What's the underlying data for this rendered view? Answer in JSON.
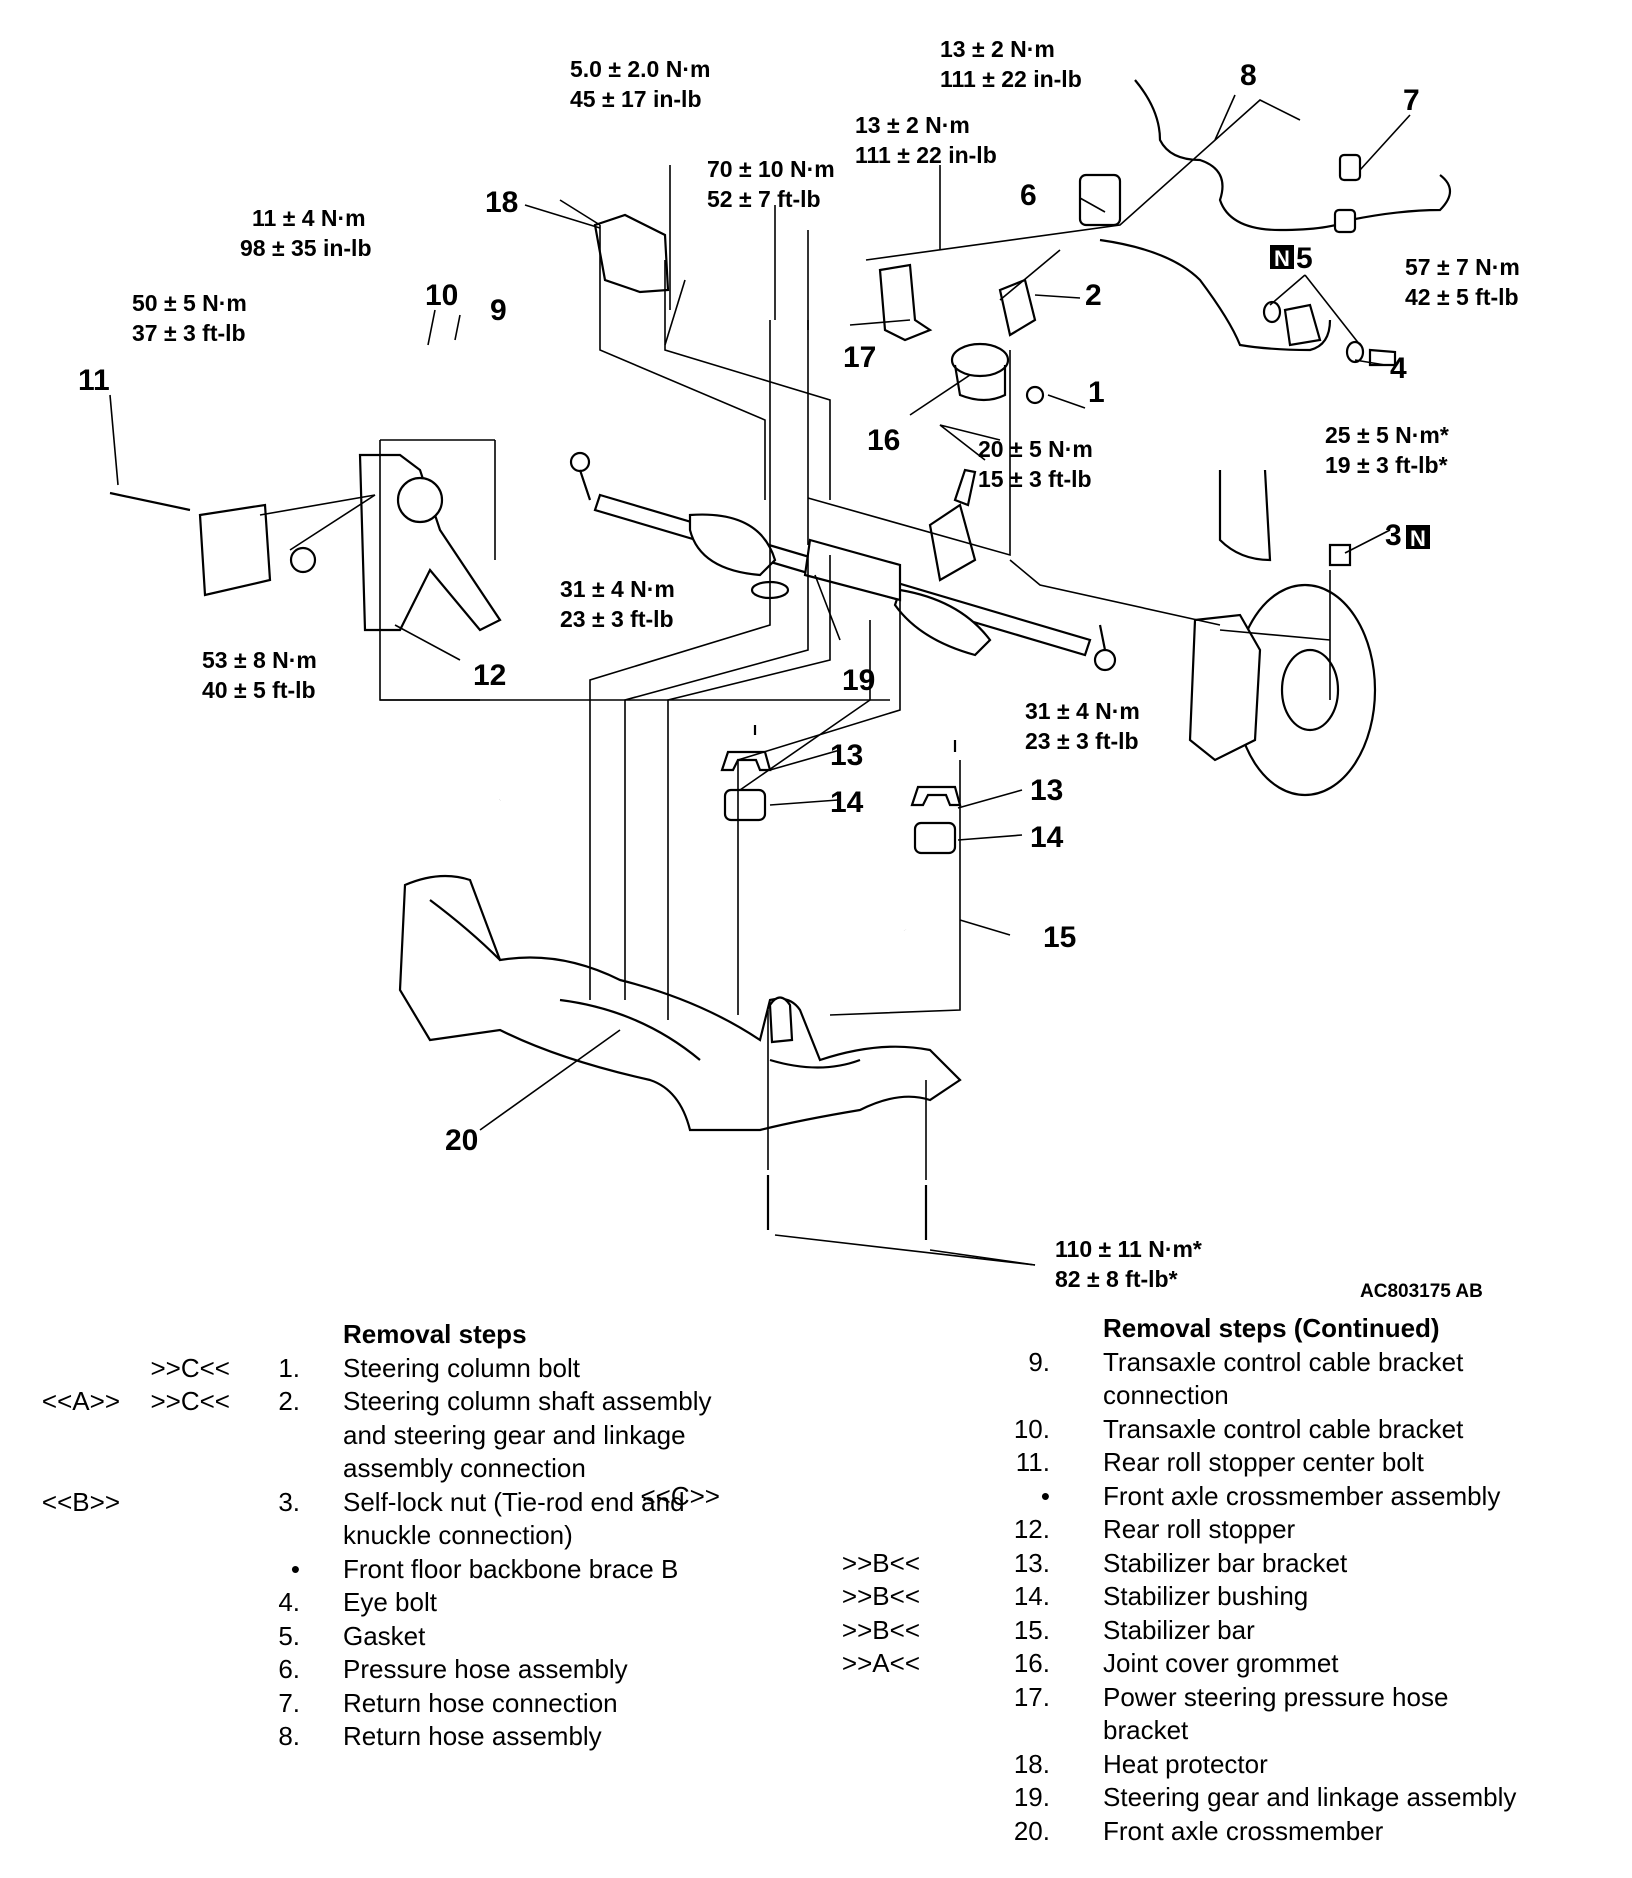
{
  "figure_id": "AC803175 AB",
  "torques": {
    "t_5_0": [
      "5.0 ± 2.0 N·m",
      "45 ± 17 in-lb"
    ],
    "t_13_a": [
      "13 ± 2 N·m",
      "111 ± 22 in-lb"
    ],
    "t_13_b": [
      "13 ± 2 N·m",
      "111 ± 22 in-lb"
    ],
    "t_70": [
      "70 ± 10 N·m",
      "52 ± 7 ft-lb"
    ],
    "t_11": [
      "11 ± 4 N·m",
      "98 ± 35 in-lb"
    ],
    "t_50": [
      "50 ± 5 N·m",
      "37 ± 3 ft-lb"
    ],
    "t_57": [
      "57 ± 7 N·m",
      "42 ± 5 ft-lb"
    ],
    "t_20": [
      "20 ± 5 N·m",
      "15 ± 3 ft-lb"
    ],
    "t_25": [
      "25 ± 5 N·m*",
      "19 ± 3 ft-lb*"
    ],
    "t_53": [
      "53 ± 8 N·m",
      "40 ± 5 ft-lb"
    ],
    "t_31_a": [
      "31 ± 4 N·m",
      "23 ± 3 ft-lb"
    ],
    "t_31_b": [
      "31 ± 4 N·m",
      "23 ± 3 ft-lb"
    ],
    "t_110": [
      "110 ± 11 N·m*",
      "82 ± 8 ft-lb*"
    ]
  },
  "callouts": {
    "c1": "1",
    "c2": "2",
    "c3": "3",
    "c4": "4",
    "c5": "5",
    "c6": "6",
    "c7": "7",
    "c8": "8",
    "c9": "9",
    "c10": "10",
    "c11": "11",
    "c12": "12",
    "c13a": "13",
    "c13b": "13",
    "c14a": "14",
    "c14b": "14",
    "c15": "15",
    "c16": "16",
    "c17": "17",
    "c18": "18",
    "c19": "19",
    "c20": "20",
    "n_badge": "N"
  },
  "left_steps": {
    "heading": "Removal steps",
    "rows": [
      {
        "a": "",
        "b": ">>C<<",
        "num": "1.",
        "desc": "Steering column bolt"
      },
      {
        "a": "<<A>>",
        "b": ">>C<<",
        "num": "2.",
        "desc": "Steering column shaft assembly"
      },
      {
        "a": "",
        "b": "",
        "num": "",
        "desc": "and steering gear and linkage"
      },
      {
        "a": "",
        "b": "",
        "num": "",
        "desc": "assembly connection"
      },
      {
        "a": "<<B>>",
        "b": "",
        "num": "3.",
        "desc": "Self-lock nut (Tie-rod end and"
      },
      {
        "a": "",
        "b": "",
        "num": "",
        "desc": "knuckle connection)"
      },
      {
        "a": "",
        "b": "",
        "num": "•",
        "desc": "Front floor backbone brace B"
      },
      {
        "a": "",
        "b": "",
        "num": "4.",
        "desc": "Eye bolt"
      },
      {
        "a": "",
        "b": "",
        "num": "5.",
        "desc": "Gasket"
      },
      {
        "a": "",
        "b": "",
        "num": "6.",
        "desc": "Pressure hose assembly"
      },
      {
        "a": "",
        "b": "",
        "num": "7.",
        "desc": "Return hose connection"
      },
      {
        "a": "",
        "b": "",
        "num": "8.",
        "desc": "Return hose assembly"
      }
    ]
  },
  "right_steps": {
    "heading": "Removal steps (Continued)",
    "rows": [
      {
        "a": "",
        "b": "",
        "num": "9.",
        "desc": "Transaxle control cable bracket"
      },
      {
        "a": "",
        "b": "",
        "num": "",
        "desc": "connection"
      },
      {
        "a": "",
        "b": "",
        "num": "10.",
        "desc": "Transaxle control cable bracket"
      },
      {
        "a": "",
        "b": "",
        "num": "11.",
        "desc": "Rear roll stopper center bolt"
      },
      {
        "a": "<<C>>",
        "b": "",
        "num": "•",
        "desc": "Front axle crossmember assembly"
      },
      {
        "a": "",
        "b": "",
        "num": "12.",
        "desc": "Rear roll stopper"
      },
      {
        "a": "",
        "b": ">>B<<",
        "num": "13.",
        "desc": "Stabilizer bar bracket"
      },
      {
        "a": "",
        "b": ">>B<<",
        "num": "14.",
        "desc": "Stabilizer bushing"
      },
      {
        "a": "",
        "b": ">>B<<",
        "num": "15.",
        "desc": "Stabilizer bar"
      },
      {
        "a": "",
        "b": ">>A<<",
        "num": "16.",
        "desc": "Joint cover grommet"
      },
      {
        "a": "",
        "b": "",
        "num": "17.",
        "desc": "Power steering pressure hose"
      },
      {
        "a": "",
        "b": "",
        "num": "",
        "desc": "bracket"
      },
      {
        "a": "",
        "b": "",
        "num": "18.",
        "desc": "Heat protector"
      },
      {
        "a": "",
        "b": "",
        "num": "19.",
        "desc": "Steering gear and linkage assembly"
      },
      {
        "a": "",
        "b": "",
        "num": "20.",
        "desc": "Front axle crossmember"
      }
    ]
  }
}
